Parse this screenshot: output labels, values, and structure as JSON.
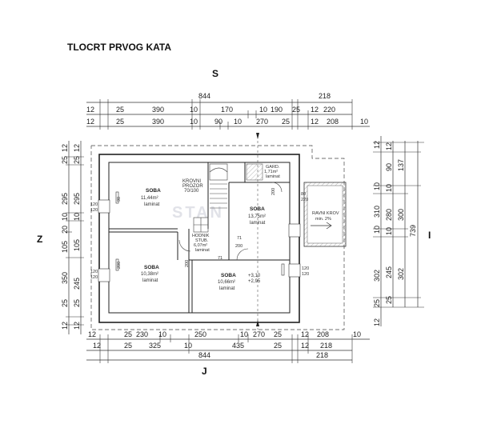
{
  "title": "TLOCRT PRVOG KATA",
  "compass": {
    "north": "S",
    "south": "J",
    "west": "Z",
    "east": "I"
  },
  "top_dims": {
    "total": "844",
    "right_total": "218",
    "row1": [
      "12",
      "25",
      "390",
      "10",
      "170",
      "10",
      "190",
      "25",
      "12",
      "220"
    ],
    "row2": [
      "12",
      "25",
      "390",
      "10",
      "90",
      "10",
      "270",
      "25",
      "12",
      "208",
      "10"
    ]
  },
  "bottom_dims": {
    "row1": [
      "12",
      "25",
      "230",
      "10",
      "250",
      "10",
      "270",
      "25",
      "12",
      "208",
      "10"
    ],
    "row2": [
      "12",
      "25",
      "325",
      "10",
      "435",
      "25",
      "12",
      "218"
    ],
    "total": "844",
    "right_total": "218"
  },
  "left_dims": {
    "outer": [
      "12",
      "25",
      "295",
      "10",
      "20",
      "105",
      "350",
      "25",
      "12"
    ],
    "inner": [
      "12",
      "25",
      "295",
      "10",
      "105",
      "245",
      "25",
      "12"
    ]
  },
  "right_dims": {
    "col1": [
      "12",
      "10",
      "310",
      "10",
      "302",
      "25",
      "12"
    ],
    "col2": [
      "12",
      "90",
      "10",
      "280",
      "10",
      "245",
      "25"
    ],
    "col3": [
      "137",
      "300",
      "302"
    ],
    "total": "739"
  },
  "rooms": {
    "soba1": {
      "name": "SOBA",
      "area": "11,44m²",
      "floor": "laminat"
    },
    "krovni": {
      "name": "KROVNI",
      "sub": "PROZOR",
      "size": "70/100"
    },
    "gard": {
      "name": "GARD.",
      "area": "1,71m²",
      "floor": "laminat"
    },
    "soba2": {
      "name": "SOBA",
      "area": "13,75m²",
      "floor": "laminat"
    },
    "ravni": {
      "name": "RAVNI KROV",
      "slope": "min. 2%"
    },
    "hodnik": {
      "name": "HODNIK",
      "sub": "STUB.",
      "area": "6,07m²",
      "floor": "laminat"
    },
    "soba3": {
      "name": "SOBA",
      "area": "10,38m²",
      "floor": "laminat"
    },
    "soba4": {
      "name": "SOBA",
      "area": "10,66m²",
      "floor": "laminat"
    }
  },
  "openings": [
    "120",
    "120",
    "120",
    "120",
    "80",
    "220",
    "90",
    "200",
    "200",
    "71",
    "200",
    "71",
    "200",
    "120",
    "120"
  ],
  "levels": [
    "+3,10",
    "+2,95"
  ],
  "watermark": "STAN"
}
